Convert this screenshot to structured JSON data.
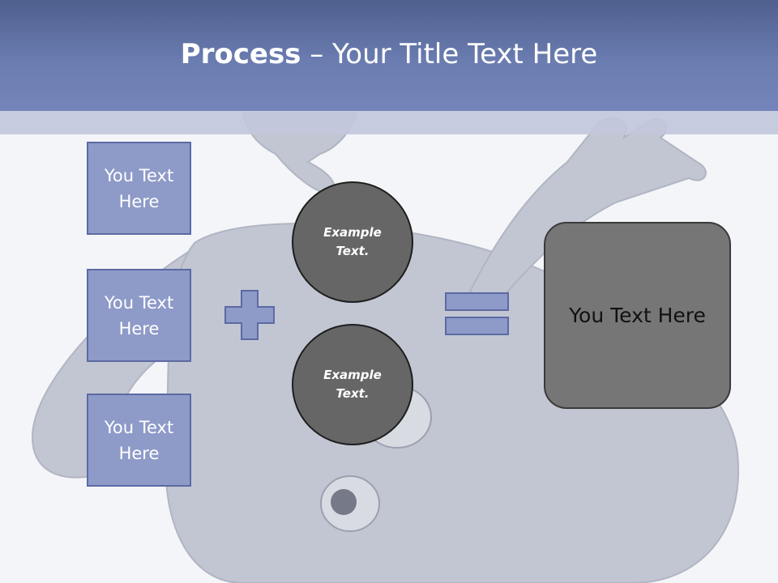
{
  "slide": {
    "title_bold": "Process",
    "title_rest": " – Your Title Text Here"
  },
  "left_boxes": [
    {
      "text": "You Text Here"
    },
    {
      "text": "You Text Here"
    },
    {
      "text": "You Text Here"
    }
  ],
  "circles": [
    {
      "text": "Example Text."
    },
    {
      "text": "Example Text."
    }
  ],
  "result": {
    "text": "You Text Here"
  },
  "colors": {
    "header": "#6a7cb0",
    "box_fill": "#8e9ac8",
    "box_border": "#5c6aa3",
    "circle_fill": "#666666",
    "result_fill": "#767676"
  },
  "icons": [
    "plus-icon",
    "equals-icon"
  ]
}
